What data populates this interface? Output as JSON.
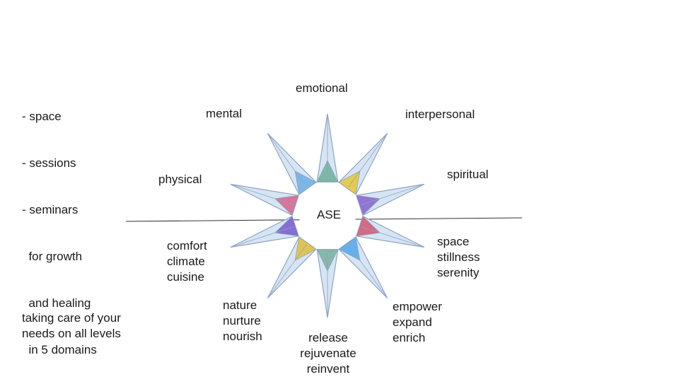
{
  "side_list": {
    "lines": [
      "- space",
      "- sessions",
      "- seminars",
      "  for growth",
      "  and healing",
      "  in 5 domains"
    ]
  },
  "tagline": {
    "lines": [
      "taking care of your",
      "needs on all levels"
    ]
  },
  "center": {
    "label": "ASE"
  },
  "labels": {
    "emotional": "emotional",
    "mental": "mental",
    "interpersonal": "interpersonal",
    "spiritual": "spiritual",
    "physical": "physical",
    "comfort": [
      "comfort",
      "climate",
      "cuisine"
    ],
    "space": [
      "space",
      "stillness",
      "serenity"
    ],
    "nature": [
      "nature",
      "nurture",
      "nourish"
    ],
    "empower": [
      "empower",
      "expand",
      "enrich"
    ],
    "release": [
      "release",
      "rejuvenate",
      "reinvent"
    ]
  },
  "star_points": [
    {
      "name": "emotional-point",
      "color": "#5fa88a"
    },
    {
      "name": "interpersonal-point",
      "color": "#e8c21a"
    },
    {
      "name": "spiritual-point",
      "color": "#7b4fc8"
    },
    {
      "name": "space-point",
      "color": "#d2405f"
    },
    {
      "name": "empower-point",
      "color": "#3f9ee8"
    },
    {
      "name": "release-point",
      "color": "#6aa890"
    },
    {
      "name": "nature-point",
      "color": "#e0b81e"
    },
    {
      "name": "comfort-point",
      "color": "#6a46c8"
    },
    {
      "name": "physical-point",
      "color": "#d84f7a"
    },
    {
      "name": "mental-point",
      "color": "#5ca8e6"
    }
  ],
  "colors": {
    "star_outline": "#8fa3c4",
    "star_fill": "#cfe0f1",
    "center_fill": "#ffffff",
    "line": "#333333"
  }
}
